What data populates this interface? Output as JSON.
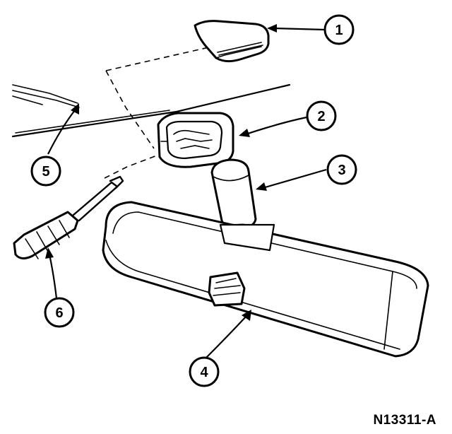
{
  "figure": {
    "code": "N13311-A",
    "callouts": [
      {
        "id": "1",
        "label": "1"
      },
      {
        "id": "2",
        "label": "2"
      },
      {
        "id": "3",
        "label": "3"
      },
      {
        "id": "4",
        "label": "4"
      },
      {
        "id": "5",
        "label": "5"
      },
      {
        "id": "6",
        "label": "6"
      }
    ]
  }
}
